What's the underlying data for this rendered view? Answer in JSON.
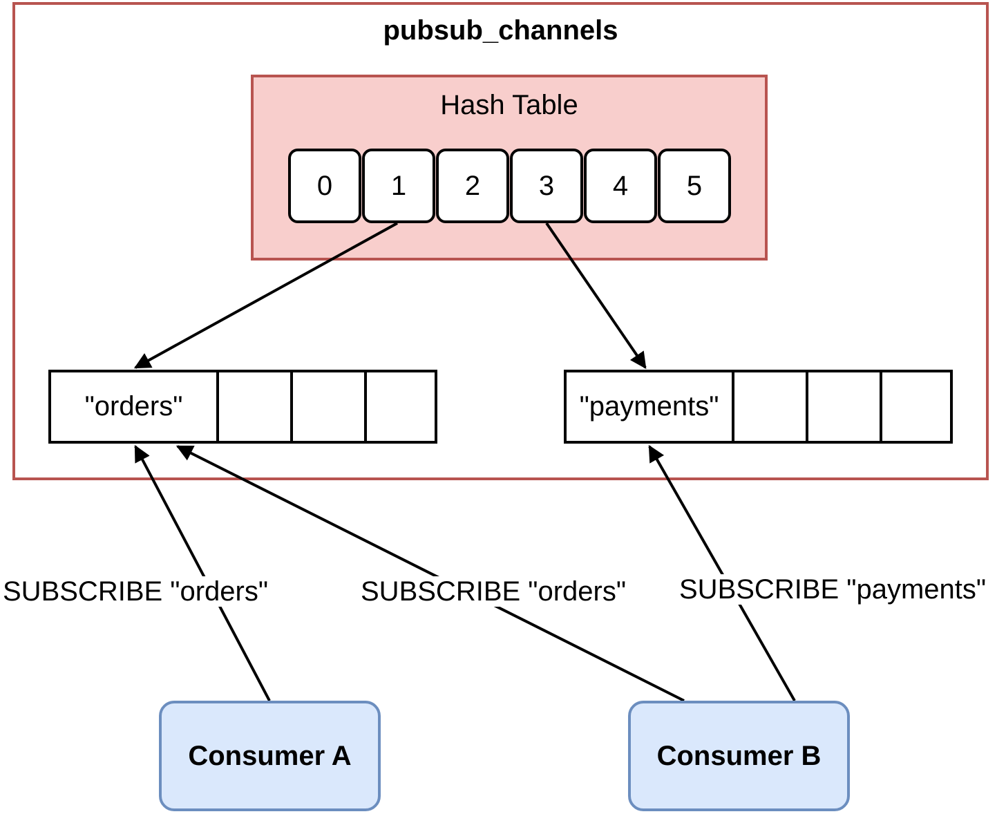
{
  "outer": {
    "title": "pubsub_channels"
  },
  "hash_table": {
    "title": "Hash Table",
    "slots": [
      "0",
      "1",
      "2",
      "3",
      "4",
      "5"
    ]
  },
  "lists": {
    "orders": {
      "label": "\"orders\""
    },
    "payments": {
      "label": "\"payments\""
    }
  },
  "edges": {
    "consumer_a_orders": "SUBSCRIBE \"orders\"",
    "consumer_b_orders": "SUBSCRIBE \"orders\"",
    "consumer_b_payments": "SUBSCRIBE \"payments\""
  },
  "consumers": {
    "a": {
      "label": "Consumer A"
    },
    "b": {
      "label": "Consumer B"
    }
  },
  "colors": {
    "container_stroke": "#b85450",
    "hash_fill": "#f8cecc",
    "consumer_fill": "#dae8fc",
    "consumer_stroke": "#6c8ebf"
  }
}
